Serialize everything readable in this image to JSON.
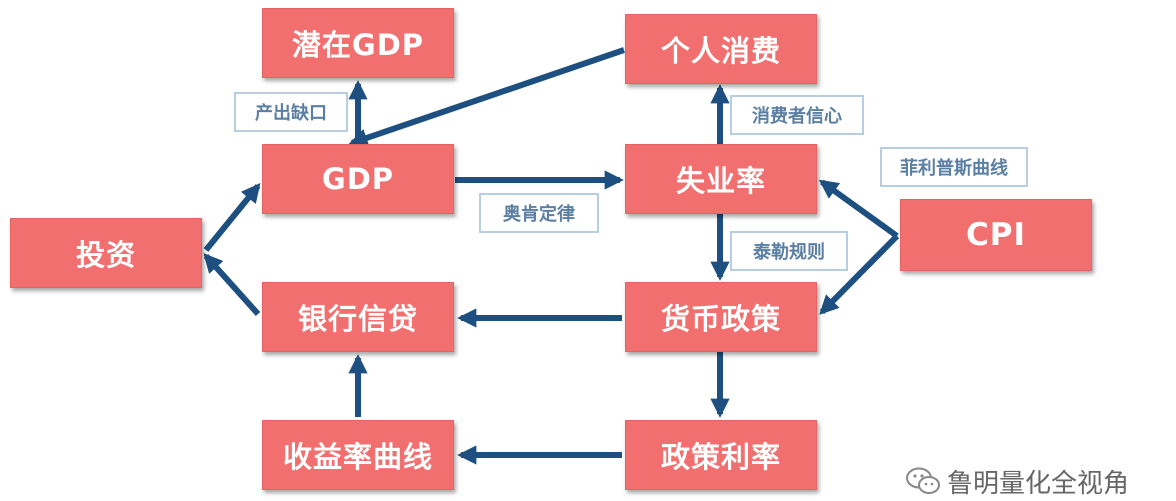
{
  "nodes": {
    "potential_gdp": "潜在GDP",
    "consumption": "个人消费",
    "gdp": "GDP",
    "unemployment": "失业率",
    "investment": "投资",
    "cpi": "CPI",
    "bank_credit": "银行信贷",
    "monetary_policy": "货币政策",
    "yield_curve": "收益率曲线",
    "policy_rate": "政策利率"
  },
  "edge_labels": {
    "output_gap": "产出缺口",
    "consumer_confidence": "消费者信心",
    "phillips_curve": "菲利普斯曲线",
    "okuns_law": "奥肯定律",
    "taylor_rule": "泰勒规则"
  },
  "watermark": "鲁明量化全视角",
  "colors": {
    "node_fill": "#f26f6f",
    "arrow": "#1d4f80",
    "label_border": "#b9cde0",
    "label_text": "#5b7fa3"
  }
}
